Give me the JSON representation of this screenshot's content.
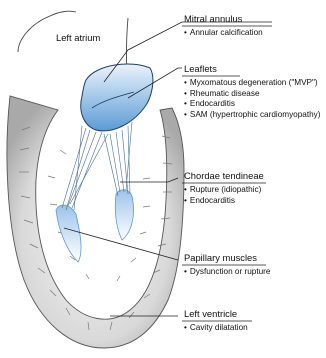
{
  "labels": {
    "left_atrium": "Left atrium",
    "mitral_annulus": {
      "title": "Mitral annulus",
      "items": [
        "Annular calcification"
      ]
    },
    "leaflets": {
      "title": "Leaflets",
      "items": [
        "Myxomatous degeneration (\"MVP\")",
        "Rheumatic disease",
        "Endocarditis",
        "SAM (hypertrophic cardiomyopathy)"
      ]
    },
    "chordae": {
      "title": "Chordae tendineae",
      "items": [
        "Rupture (idiopathic)",
        "Endocarditis"
      ]
    },
    "papillary": {
      "title": "Papillary muscles",
      "items": [
        "Dysfunction or rupture"
      ]
    },
    "left_ventricle": {
      "title": "Left ventricle",
      "items": [
        "Cavity dilatation"
      ]
    }
  },
  "colors": {
    "muscle": "#cfcfcf",
    "valve_blue": "#5b9bd5",
    "leader": "#222222"
  }
}
